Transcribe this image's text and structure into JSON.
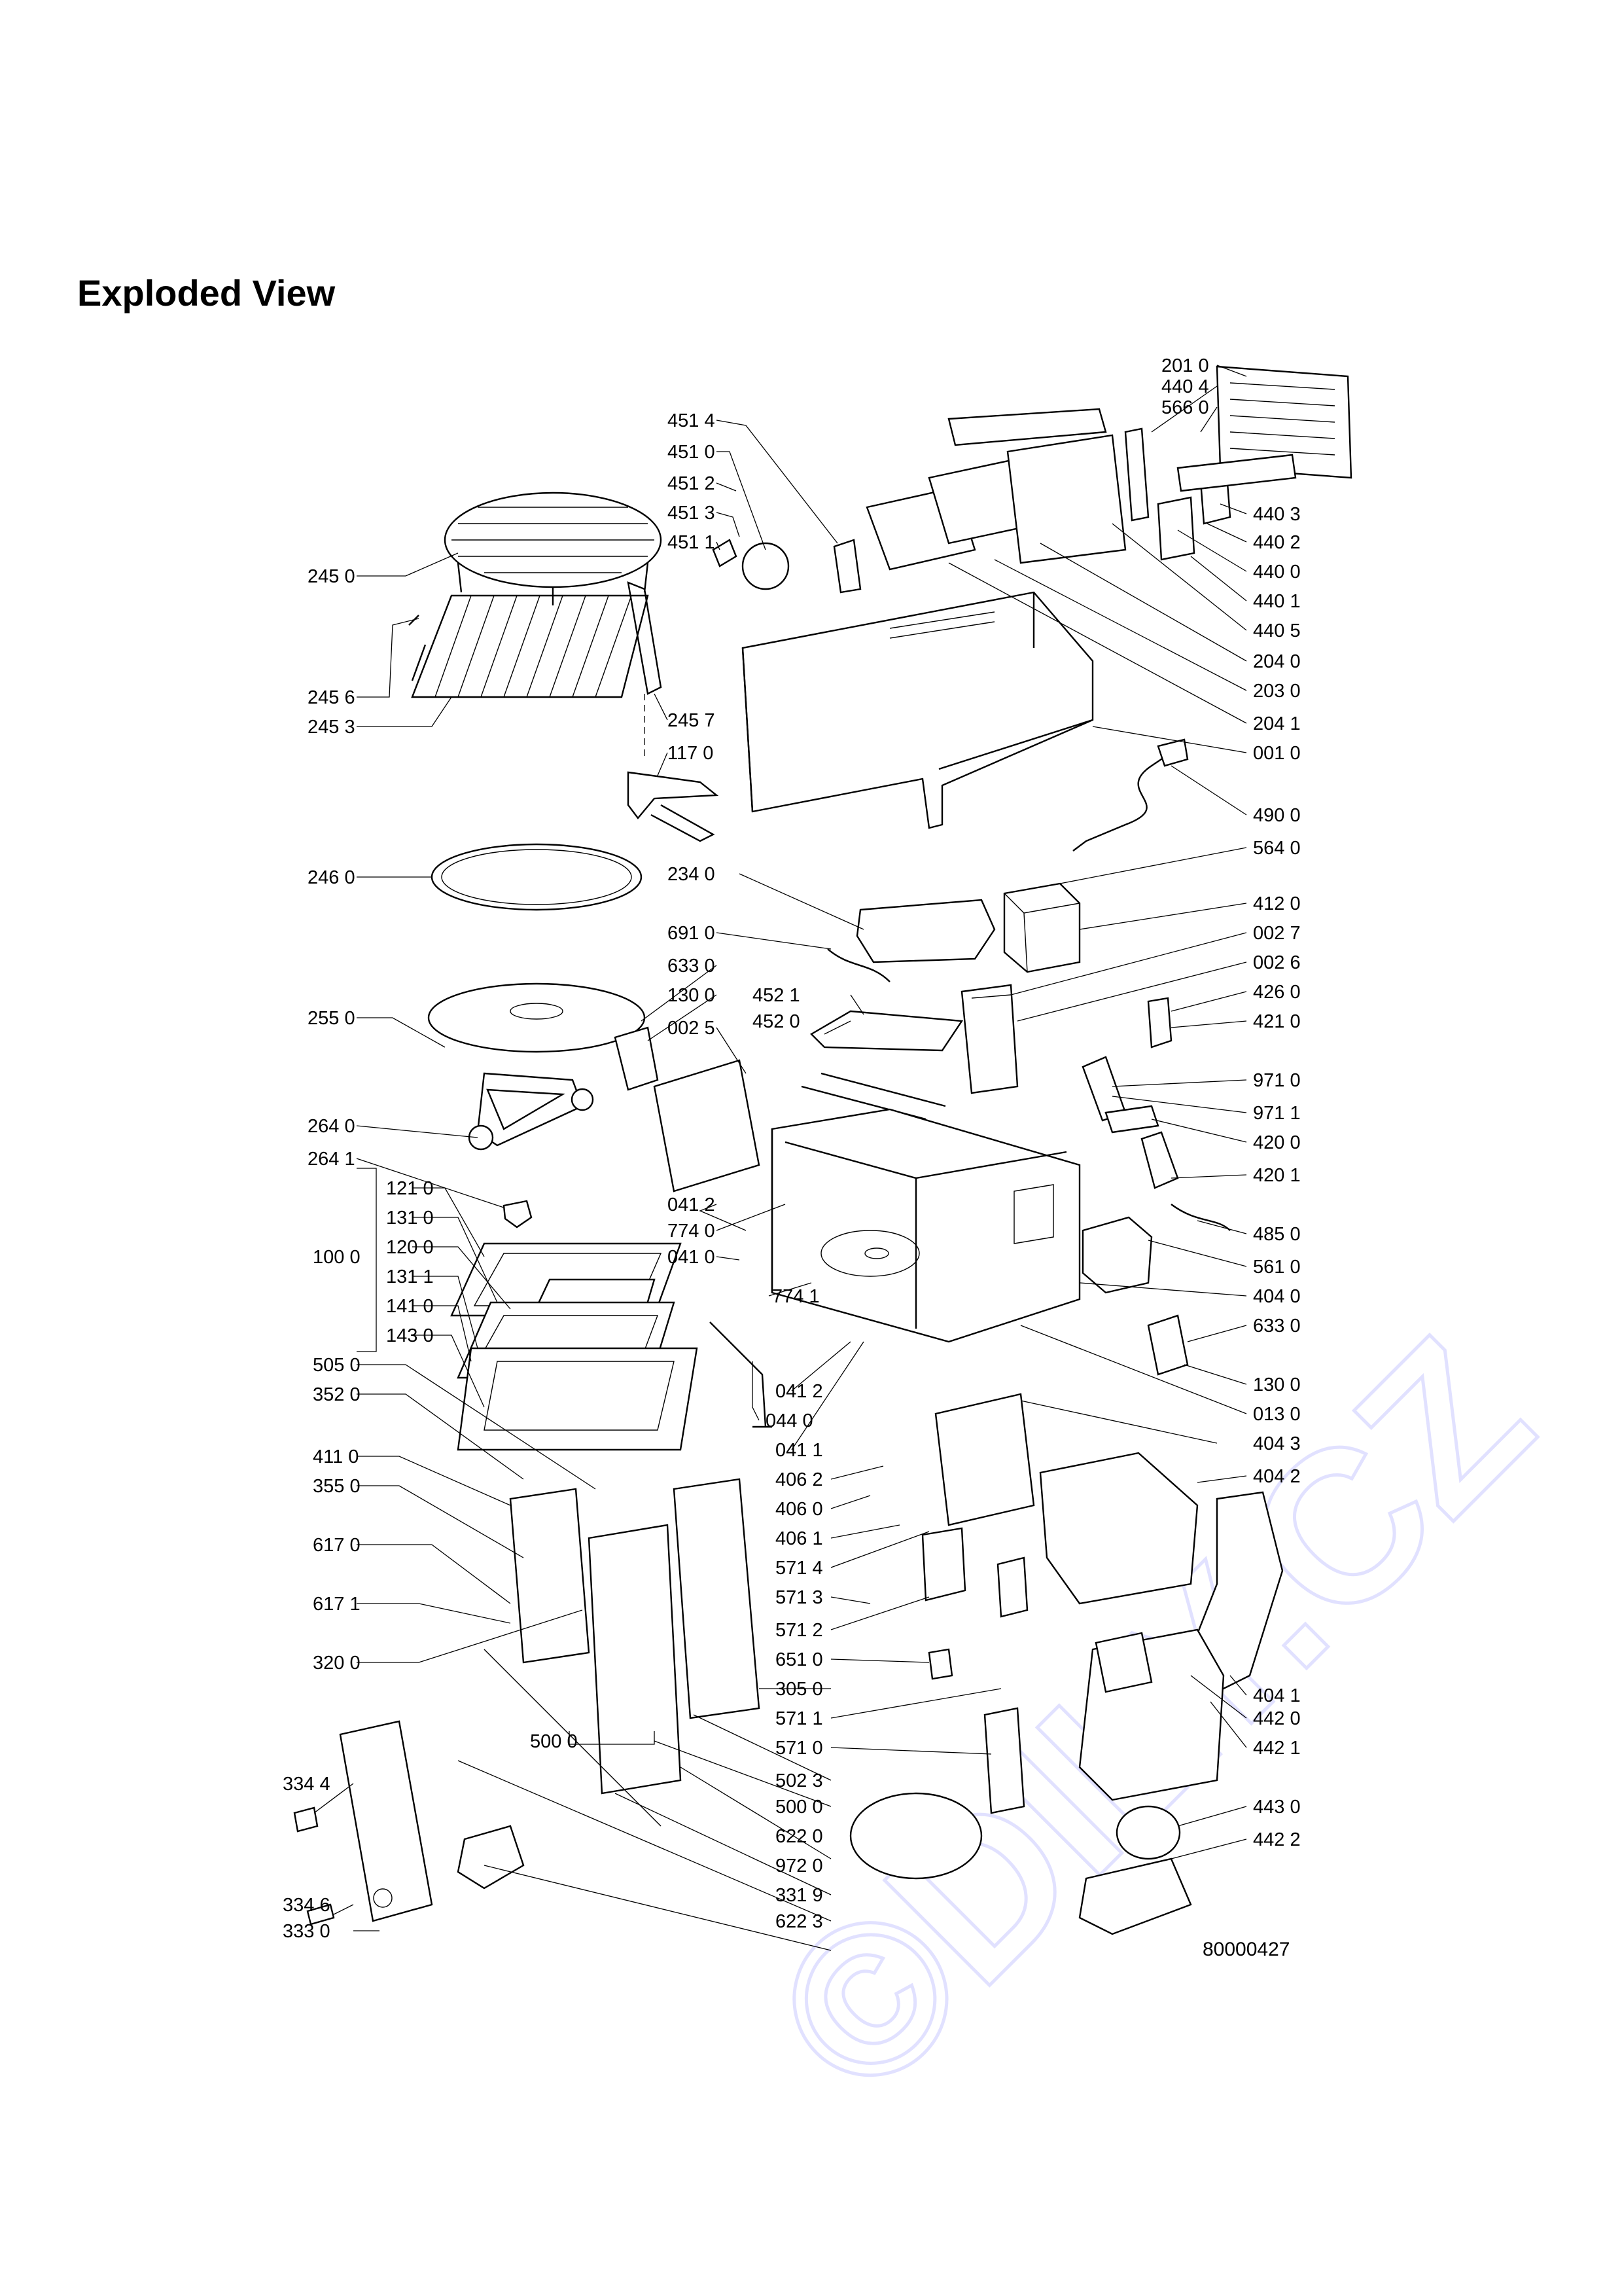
{
  "title": "Exploded View",
  "drawing_number": "80000427",
  "watermark": "©DILY.CZ",
  "callouts": [
    "201 0",
    "440 4",
    "566 0",
    "451 4",
    "451 0",
    "451 2",
    "451 3",
    "451 1",
    "440 3",
    "440 2",
    "440 0",
    "440 1",
    "440 5",
    "204 0",
    "203 0",
    "204 1",
    "001 0",
    "245 0",
    "245 6",
    "245 3",
    "245 7",
    "117 0",
    "490 0",
    "564 0",
    "246 0",
    "234 0",
    "412 0",
    "691 0",
    "002 7",
    "002 6",
    "633 0",
    "255 0",
    "130 0",
    "452 1",
    "452 0",
    "426 0",
    "002 5",
    "421 0",
    "971 0",
    "971 1",
    "420 0",
    "264 0",
    "264 1",
    "420 1",
    "121 0",
    "041 2",
    "131 0",
    "774 0",
    "041 0",
    "485 0",
    "120 0",
    "100 0",
    "561 0",
    "131 1",
    "404 0",
    "141 0",
    "774 1",
    "633 0",
    "143 0",
    "505 0",
    "041 2",
    "130 0",
    "352 0",
    "044 0",
    "013 0",
    "404 3",
    "041 1",
    "411 0",
    "406 2",
    "404 2",
    "355 0",
    "406 0",
    "406 1",
    "617 0",
    "571 4",
    "571 3",
    "617 1",
    "571 2",
    "320 0",
    "651 0",
    "305 0",
    "404 1",
    "442 0",
    "571 1",
    "442 1",
    "334 4",
    "571 0",
    "500 0",
    "502 3",
    "500 0",
    "443 0",
    "622 0",
    "442 2",
    "972 0",
    "334 6",
    "331 9",
    "333 0",
    "622 3"
  ]
}
